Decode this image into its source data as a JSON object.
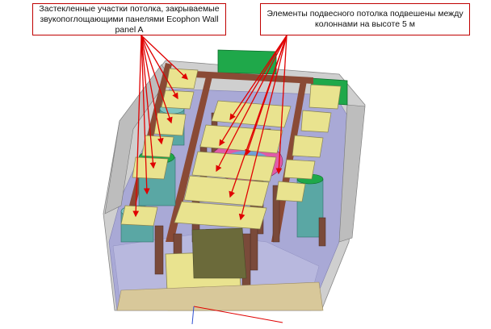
{
  "callouts": {
    "left": {
      "line1": "Застекленные участки потолка, закрываемые",
      "line2": "звукопоглощающими панелями Ecophon Wall panel A"
    },
    "right": {
      "line1": "Элементы подвесного потолка подвешены между",
      "line2": "колоннами на высоте 5 м"
    }
  },
  "colors": {
    "callout_border": "#c00000",
    "arrow": "#e00000",
    "ceiling_panel": "#e9e38f",
    "column": "#7a4a3a",
    "floor": "#a9a9d6",
    "green_volume": "#1fa84a",
    "teal_cylinder": "#5aa7a4",
    "wall_gray": "#c8c8c8"
  }
}
